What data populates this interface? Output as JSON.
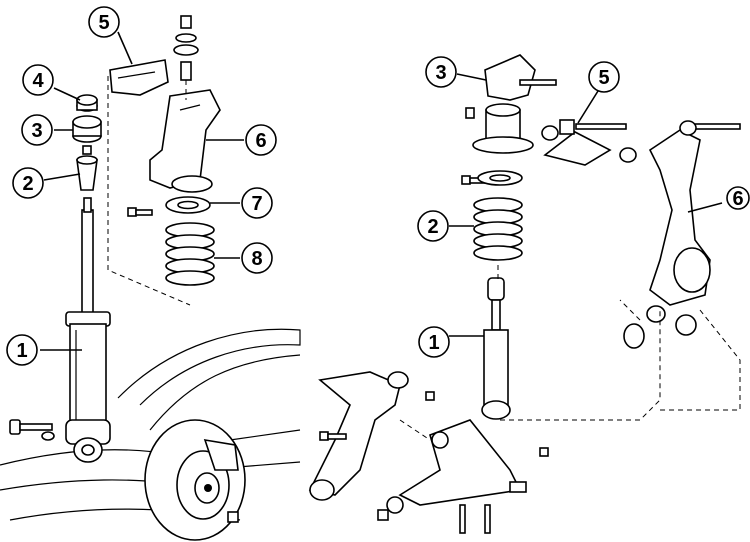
{
  "left_assembly": {
    "callouts": [
      {
        "label": "1"
      },
      {
        "label": "2"
      },
      {
        "label": "3"
      },
      {
        "label": "4"
      },
      {
        "label": "5"
      },
      {
        "label": "6"
      },
      {
        "label": "7"
      },
      {
        "label": "8"
      }
    ]
  },
  "right_assembly": {
    "callouts": [
      {
        "label": "1"
      },
      {
        "label": "2"
      },
      {
        "label": "3"
      },
      {
        "label": "5"
      },
      {
        "label": "6"
      }
    ]
  }
}
